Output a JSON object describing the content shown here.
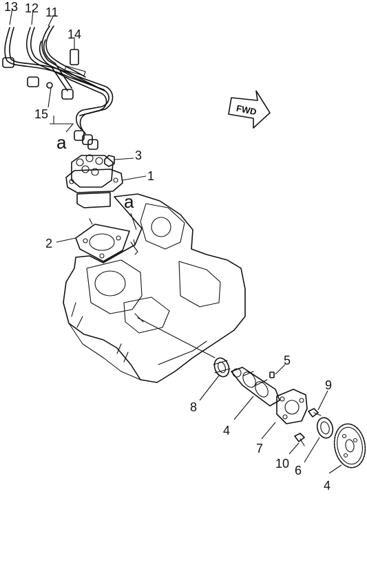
{
  "callouts": {
    "c1": "1",
    "c2": "2",
    "c3": "3",
    "c4a": "4",
    "c4b": "4",
    "c5": "5",
    "c6": "6",
    "c7": "7",
    "c8": "8",
    "c9": "9",
    "c10": "10",
    "c11": "11",
    "c12": "12",
    "c13": "13",
    "c14": "14",
    "c15": "15"
  },
  "refs": {
    "a1": "a",
    "a2": "a"
  },
  "direction_label": "FWD"
}
